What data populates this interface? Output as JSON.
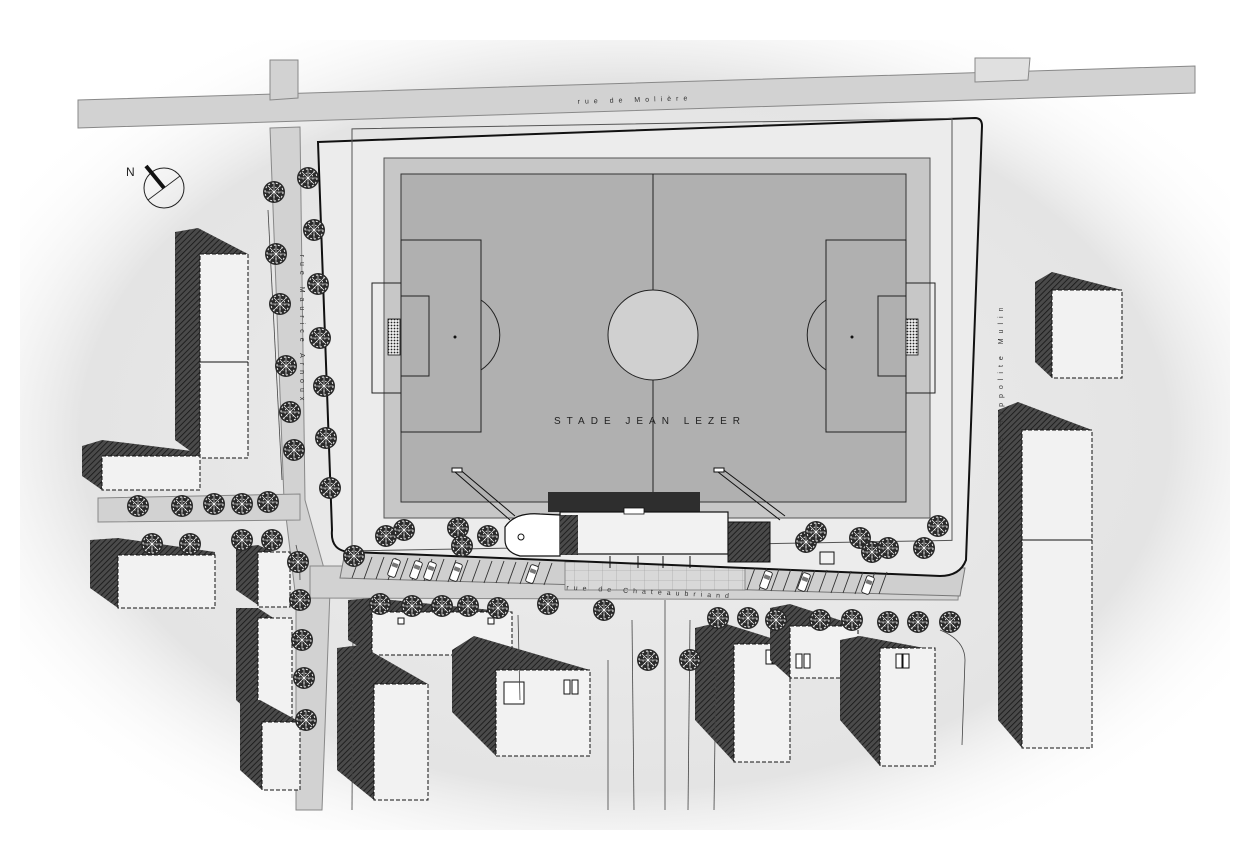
{
  "stadium_name": "STADE JEAN LEZER",
  "north_label": "N",
  "streets": {
    "north": "rue de Molière",
    "west": "rue Maurice Arnoux",
    "south": "rue de Chateaubriand",
    "east": "rue Hyppolite Mulin"
  },
  "colors": {
    "background": "#ffffff",
    "ground": "#e9e9e9",
    "road": "#d2d2d2",
    "pitch": "#b0b0b0",
    "pitch_surround": "#c7c7c7",
    "building_roof": "#f2f2f2",
    "building_shadow": "#3a3a3a"
  }
}
